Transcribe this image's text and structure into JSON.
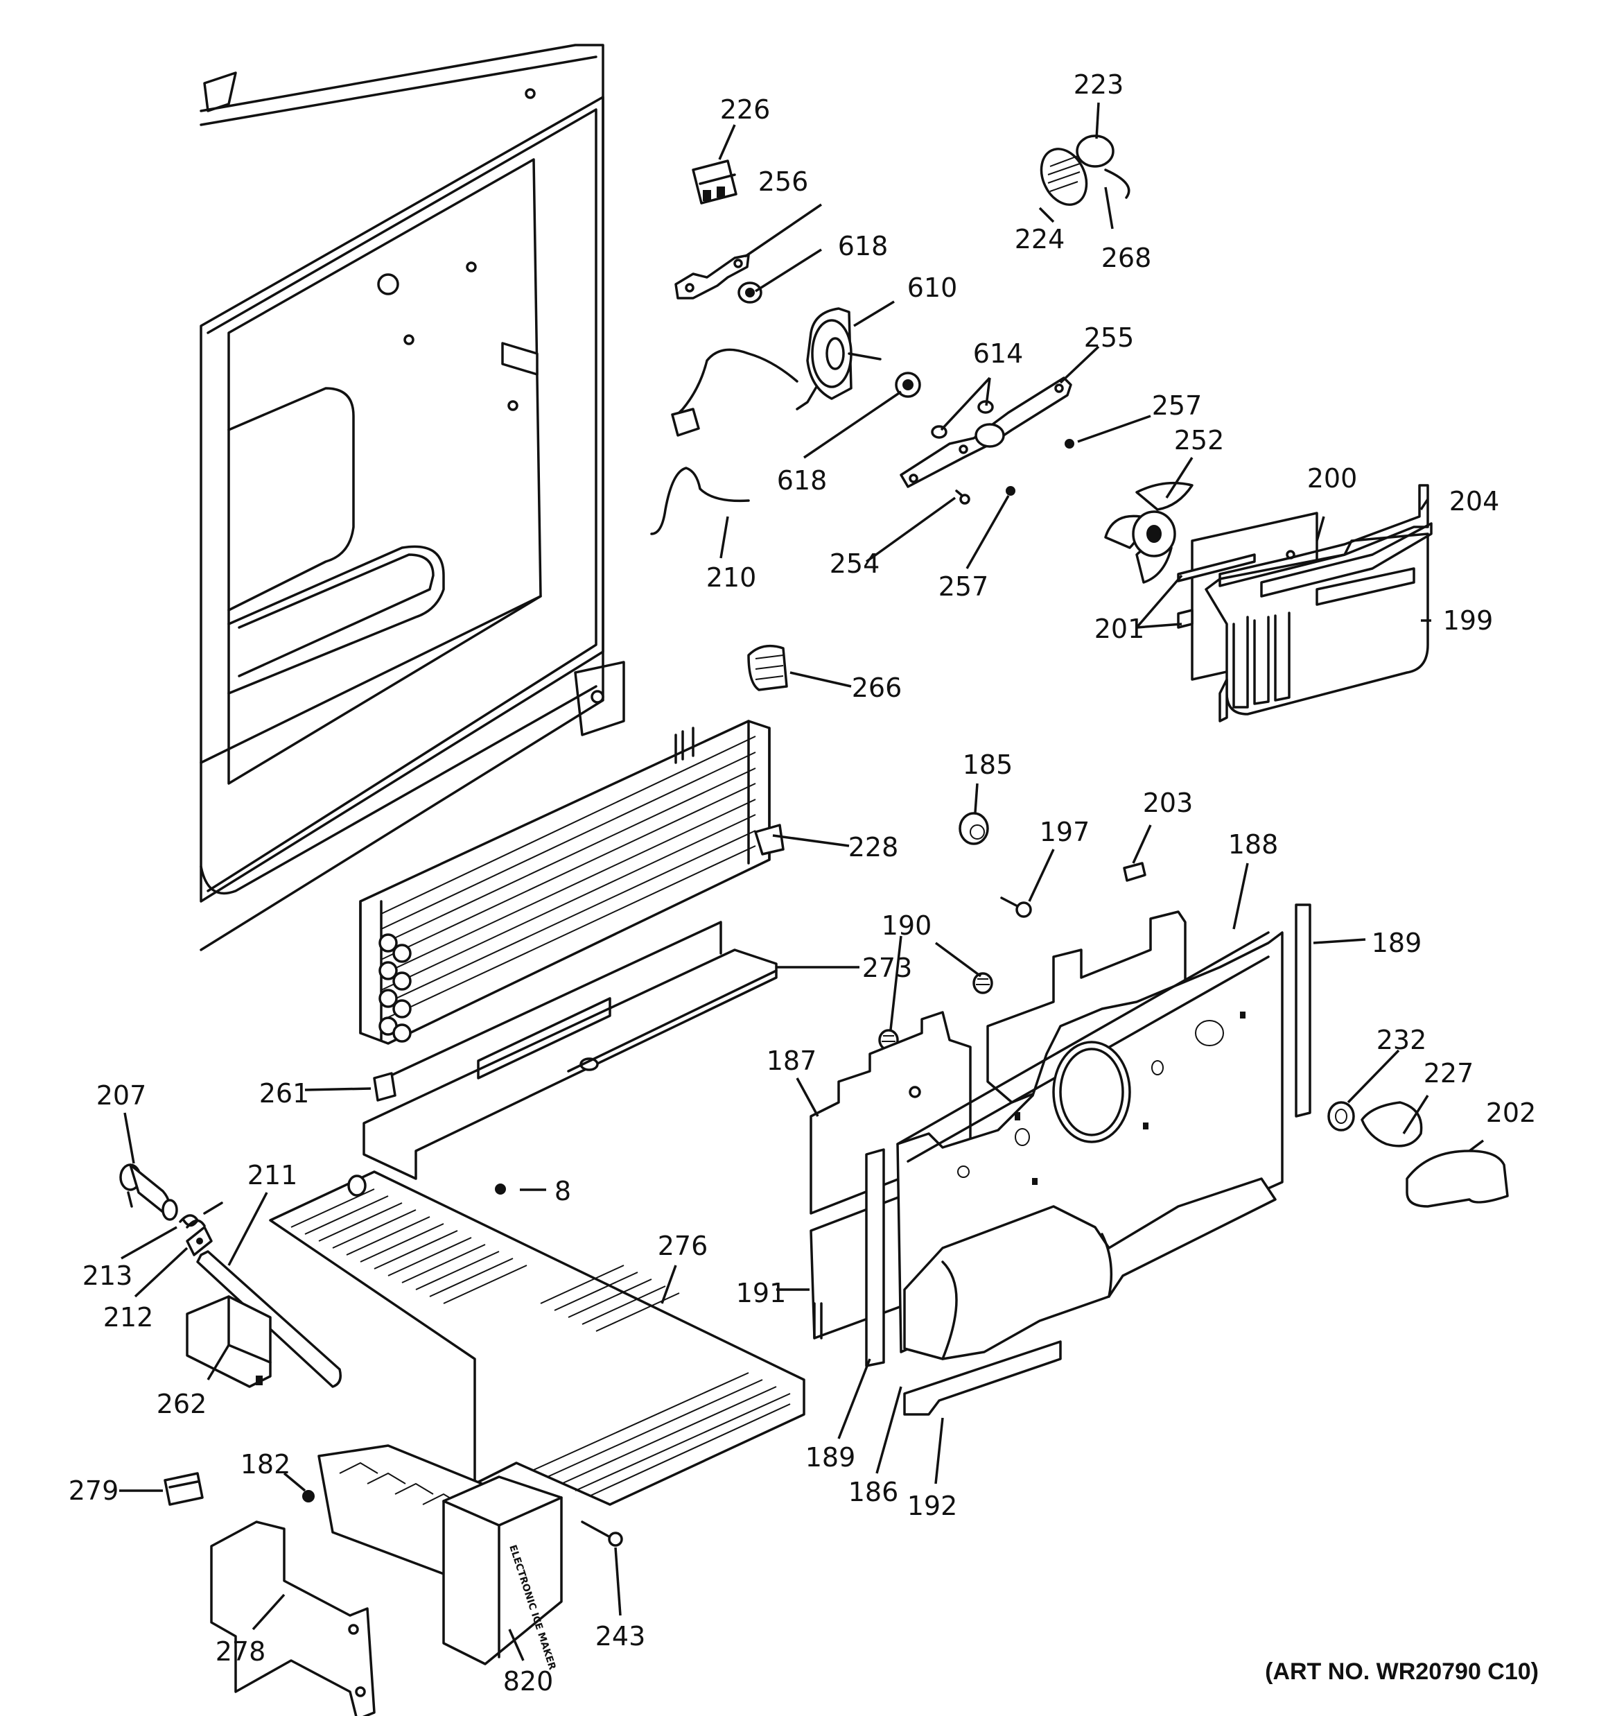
{
  "labels": {
    "l223": "223",
    "l226": "226",
    "l256": "256",
    "l618a": "618",
    "l224": "224",
    "l268": "268",
    "l610": "610",
    "l614": "614",
    "l255": "255",
    "l618b": "618",
    "l257a": "257",
    "l252": "252",
    "l200": "200",
    "l204": "204",
    "l210": "210",
    "l254": "254",
    "l257b": "257",
    "l201": "201",
    "l199": "199",
    "l266": "266",
    "l185": "185",
    "l203": "203",
    "l197": "197",
    "l188": "188",
    "l228": "228",
    "l190": "190",
    "l189a": "189",
    "l273": "273",
    "l187": "187",
    "l232": "232",
    "l227": "227",
    "l207": "207",
    "l261": "261",
    "l202": "202",
    "l211": "211",
    "l8": "8",
    "l213": "213",
    "l276": "276",
    "l212": "212",
    "l191": "191",
    "l262": "262",
    "l189b": "189",
    "l182": "182",
    "l186": "186",
    "l192": "192",
    "l279": "279",
    "l243": "243",
    "l278": "278",
    "l820": "820"
  },
  "ice_maker_text": "ELECTRONIC ICE MAKER",
  "art_number": "(ART NO. WR20790 C10)"
}
